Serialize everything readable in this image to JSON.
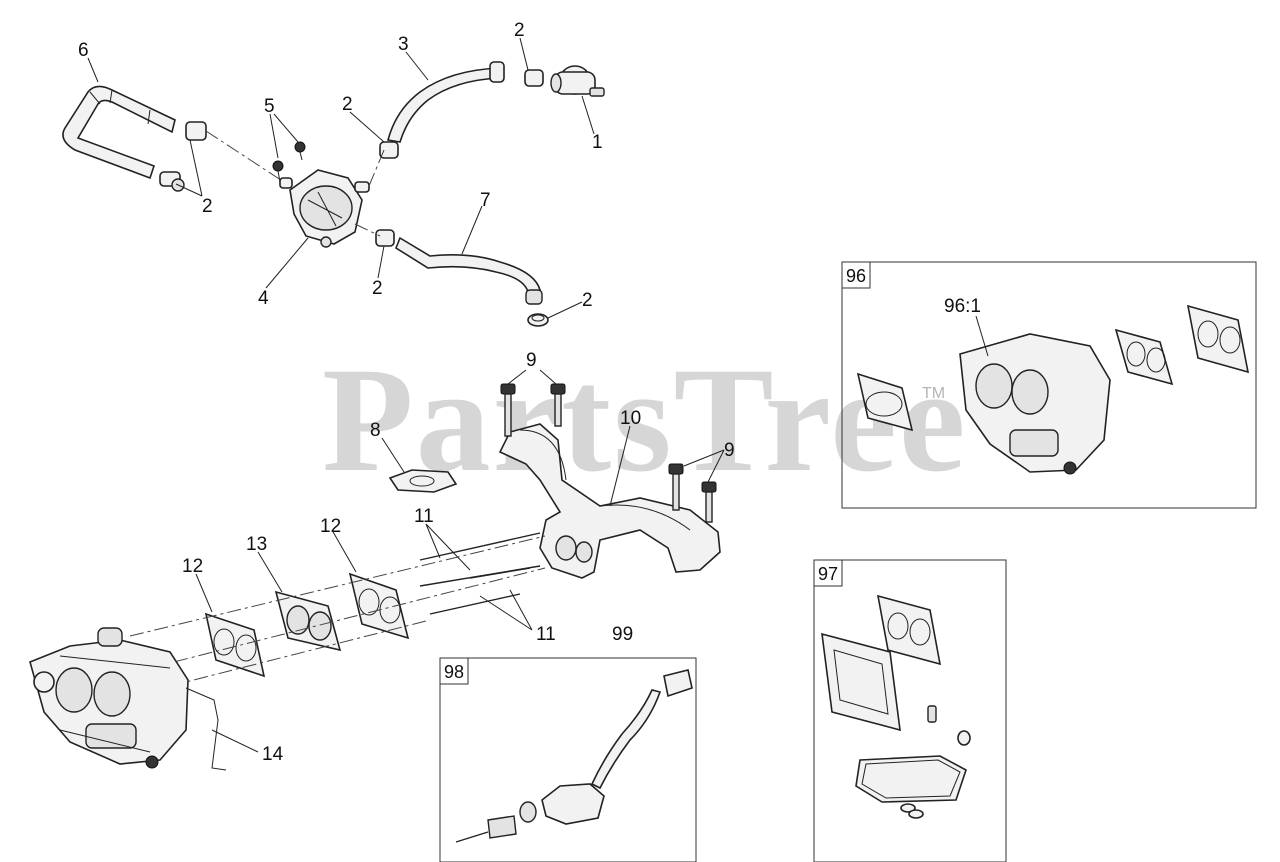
{
  "watermark": {
    "text": "PartsTree",
    "trademark": "TM"
  },
  "callouts": {
    "c1": "1",
    "c2a": "2",
    "c2b": "2",
    "c2c": "2",
    "c2d": "2",
    "c2e": "2",
    "c3": "3",
    "c4": "4",
    "c5": "5",
    "c6": "6",
    "c7": "7",
    "c8": "8",
    "c9a": "9",
    "c9b": "9",
    "c10": "10",
    "c11a": "11",
    "c11b": "11",
    "c12a": "12",
    "c12b": "12",
    "c13": "13",
    "c14": "14",
    "c99": "99"
  },
  "kits": {
    "k96": {
      "label": "96",
      "sub": "96:1"
    },
    "k97": {
      "label": "97"
    },
    "k98": {
      "label": "98"
    }
  }
}
